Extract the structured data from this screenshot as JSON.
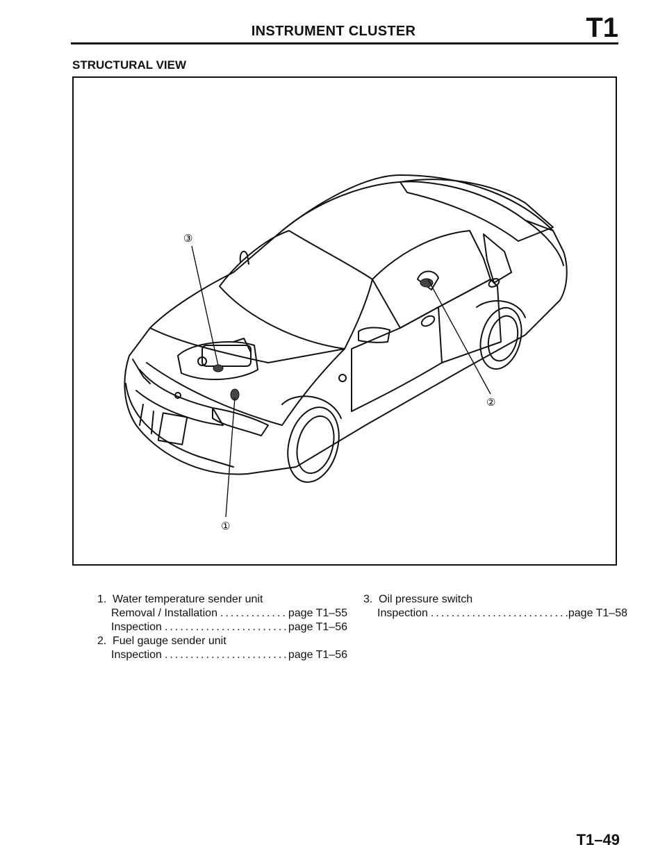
{
  "header": {
    "title": "INSTRUMENT CLUSTER",
    "code": "T1"
  },
  "section_title": "STRUCTURAL VIEW",
  "figure": {
    "callouts": [
      "①",
      "②",
      "③"
    ]
  },
  "legend": {
    "items": [
      {
        "num": "1.",
        "name": "Water temperature sender unit",
        "refs": [
          {
            "label": "Removal / Installation",
            "page": "page T1–55"
          },
          {
            "label": "Inspection",
            "page": "page T1–56"
          }
        ]
      },
      {
        "num": "2.",
        "name": "Fuel gauge sender unit",
        "refs": [
          {
            "label": "Inspection",
            "page": "page T1–56"
          }
        ]
      },
      {
        "num": "3.",
        "name": "Oil pressure switch",
        "refs": [
          {
            "label": "Inspection",
            "page": "page T1–58"
          }
        ]
      }
    ]
  },
  "footer": {
    "page_number": "T1–49"
  }
}
